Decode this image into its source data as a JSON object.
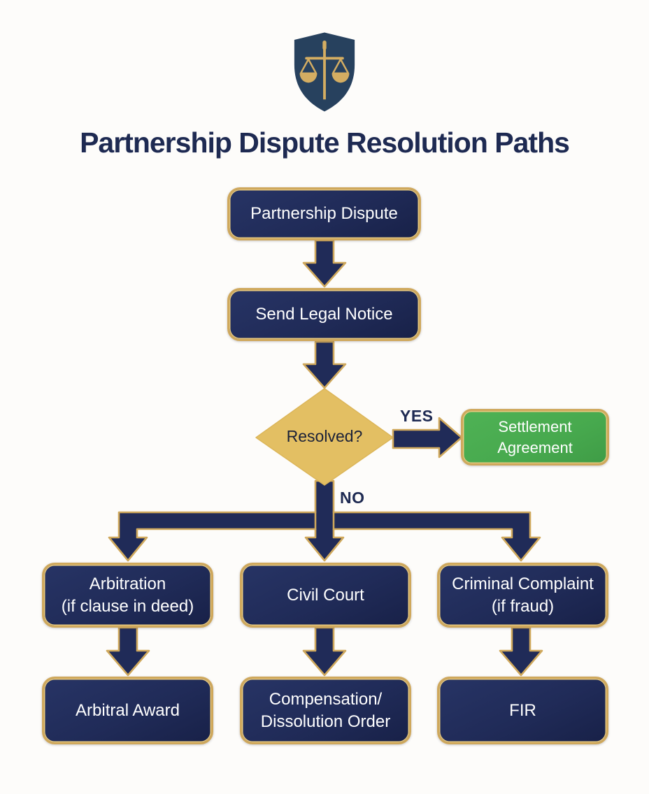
{
  "title": {
    "text": "Partnership Dispute Resolution Paths"
  },
  "logo": {
    "icon": "scales-of-justice-shield-icon"
  },
  "colors": {
    "navy": "#202b58",
    "navy_deep": "#182148",
    "gold": "#cfa85c",
    "green": "#47a94e",
    "title": "#1e2a52",
    "diamond": "#e3bf63",
    "background": "#fdfcfa",
    "shield": "#27415e"
  },
  "labels": {
    "yes": "YES",
    "no": "NO"
  },
  "nodes": {
    "start": {
      "lines": [
        "Partnership Dispute"
      ]
    },
    "legal_notice": {
      "lines": [
        "Send Legal Notice"
      ]
    },
    "decision": {
      "label": "Resolved?"
    },
    "settlement": {
      "lines": [
        "Settlement",
        "Agreement"
      ]
    },
    "arbitration": {
      "lines": [
        "Arbitration",
        "(if clause in deed)"
      ]
    },
    "civil_court": {
      "lines": [
        "Civil Court"
      ]
    },
    "criminal": {
      "lines": [
        "Criminal Complaint",
        "(if fraud)"
      ]
    },
    "award": {
      "lines": [
        "Arbitral Award"
      ]
    },
    "compensation": {
      "lines": [
        "Compensation/",
        "Dissolution Order"
      ]
    },
    "fir": {
      "lines": [
        "FIR"
      ]
    }
  }
}
